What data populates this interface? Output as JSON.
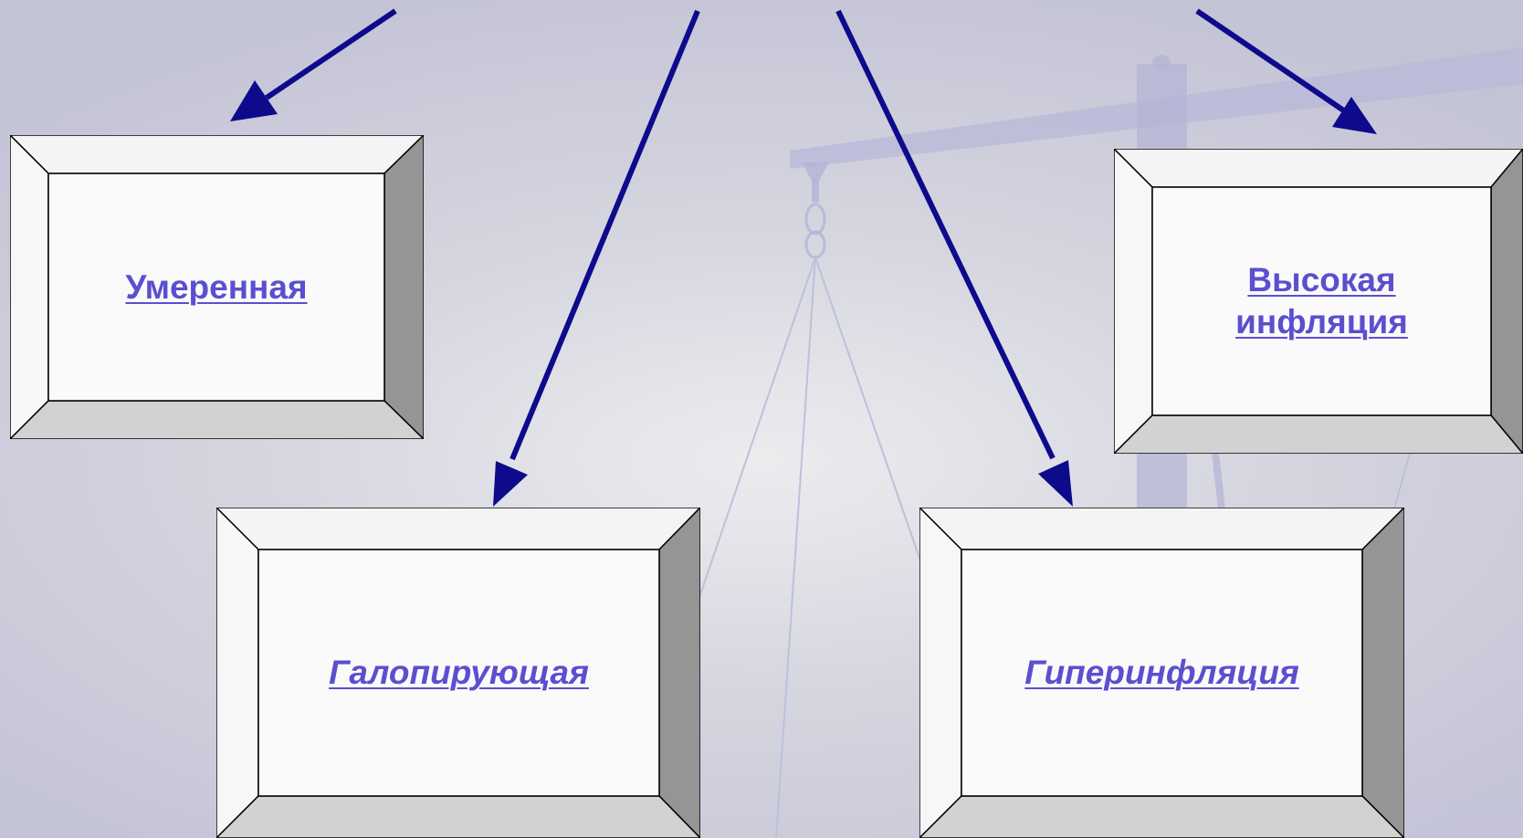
{
  "diagram": {
    "boxes": {
      "moderate": {
        "label": "Умеренная"
      },
      "galloping": {
        "label": "Галопирующая"
      },
      "hyper": {
        "label": "Гиперинфляция"
      },
      "high": {
        "label": "Высокая инфляция"
      }
    },
    "colors": {
      "arrow": "#0d0a8c",
      "link_text": "#5b4fd0",
      "bevel_light": "#f4f4f4",
      "bevel_mid": "#d2d2d2",
      "bevel_dark": "#959595",
      "face": "#fafafa"
    }
  }
}
